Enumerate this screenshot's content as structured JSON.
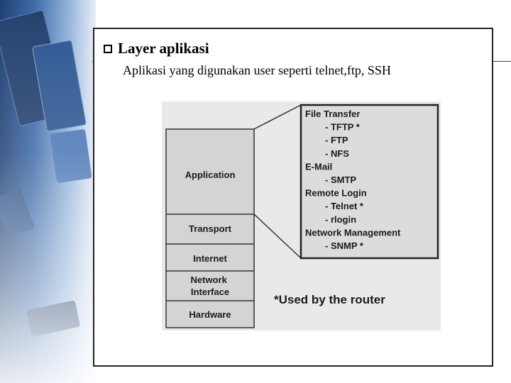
{
  "slide": {
    "title": "Layer aplikasi",
    "subtitle": "Aplikasi yang digunakan user seperti telnet,ftp, SSH"
  },
  "diagram": {
    "layers": [
      "Application",
      "Transport",
      "Internet",
      "Network Interface",
      "Hardware"
    ],
    "detail_lines": [
      {
        "text": "File Transfer",
        "indent": false
      },
      {
        "text": "- TFTP *",
        "indent": true
      },
      {
        "text": "- FTP",
        "indent": true
      },
      {
        "text": "- NFS",
        "indent": true
      },
      {
        "text": "E-Mail",
        "indent": false
      },
      {
        "text": "- SMTP",
        "indent": true
      },
      {
        "text": "Remote Login",
        "indent": false
      },
      {
        "text": "- Telnet *",
        "indent": true
      },
      {
        "text": "- rlogin",
        "indent": true
      },
      {
        "text": "Network Management",
        "indent": false
      },
      {
        "text": "- SNMP *",
        "indent": true
      }
    ],
    "footnote": "*Used by the router"
  }
}
